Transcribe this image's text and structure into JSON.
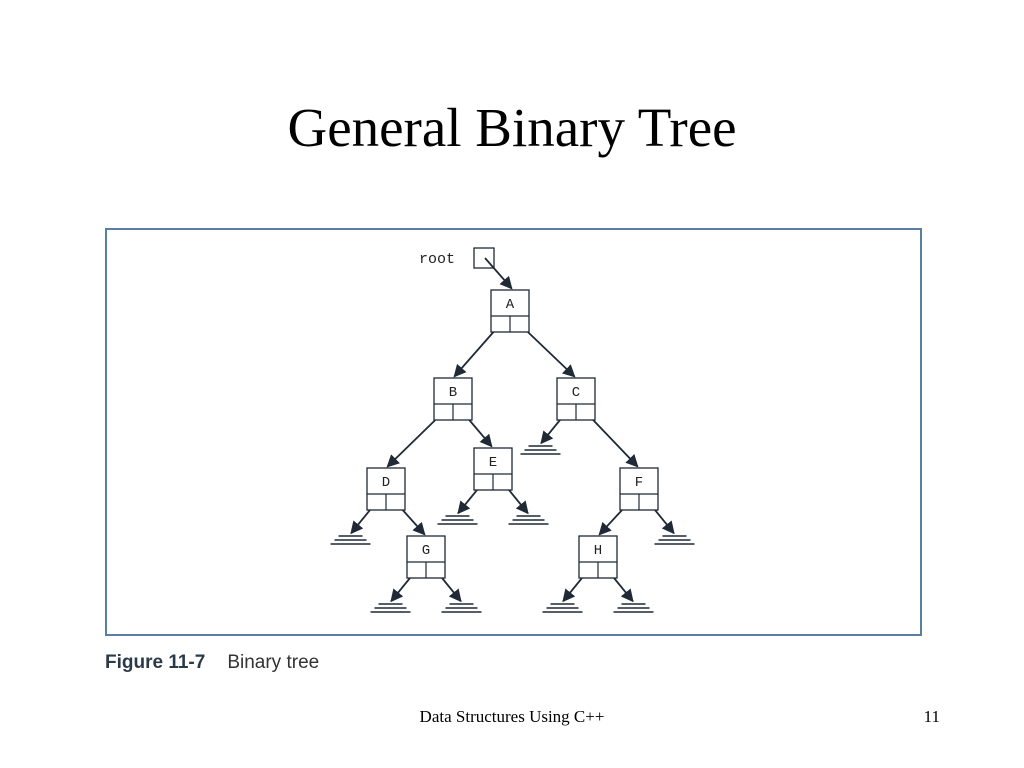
{
  "slide": {
    "title": "General Binary Tree",
    "footer": "Data Structures Using C++",
    "page_number": "11"
  },
  "figure": {
    "number": "Figure 11-7",
    "caption": "Binary tree",
    "root_label": "root",
    "nodes": [
      {
        "id": "A",
        "label": "A"
      },
      {
        "id": "B",
        "label": "B"
      },
      {
        "id": "C",
        "label": "C"
      },
      {
        "id": "D",
        "label": "D"
      },
      {
        "id": "E",
        "label": "E"
      },
      {
        "id": "F",
        "label": "F"
      },
      {
        "id": "G",
        "label": "G"
      },
      {
        "id": "H",
        "label": "H"
      }
    ],
    "edges": [
      {
        "from": "A",
        "to": "B"
      },
      {
        "from": "A",
        "to": "C"
      },
      {
        "from": "B",
        "to": "D"
      },
      {
        "from": "B",
        "to": "E"
      },
      {
        "from": "C",
        "to": "F"
      },
      {
        "from": "D",
        "to": "G"
      },
      {
        "from": "F",
        "to": "H"
      }
    ]
  }
}
